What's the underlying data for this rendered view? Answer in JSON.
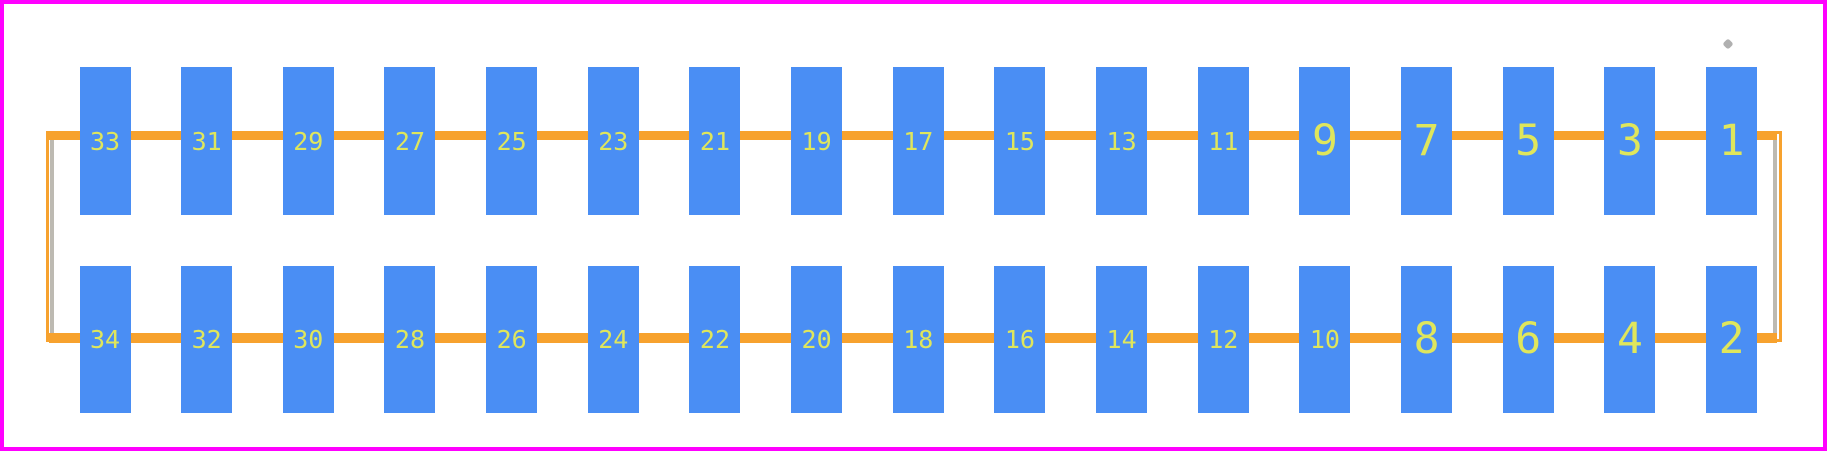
{
  "canvas": {
    "background": "#ffffff",
    "frame_color": "#ff00ff"
  },
  "colors": {
    "pad_fill": "#4a8ef4",
    "silkscreen": "#f7a22e",
    "assembly_outline": "#bdbab2",
    "pin_number_text": "#dfe65c",
    "pin1_marker": "#b0b0b0"
  },
  "icons": {
    "pin1_marker": "gray-diamond-dot"
  },
  "footprint": {
    "rows": [
      {
        "id": "top",
        "pins": [
          "33",
          "31",
          "29",
          "27",
          "25",
          "23",
          "21",
          "19",
          "17",
          "15",
          "13",
          "11",
          "9",
          "7",
          "5",
          "3",
          "1"
        ]
      },
      {
        "id": "bottom",
        "pins": [
          "34",
          "32",
          "30",
          "28",
          "26",
          "24",
          "22",
          "20",
          "18",
          "16",
          "14",
          "12",
          "10",
          "8",
          "6",
          "4",
          "2"
        ]
      }
    ]
  }
}
